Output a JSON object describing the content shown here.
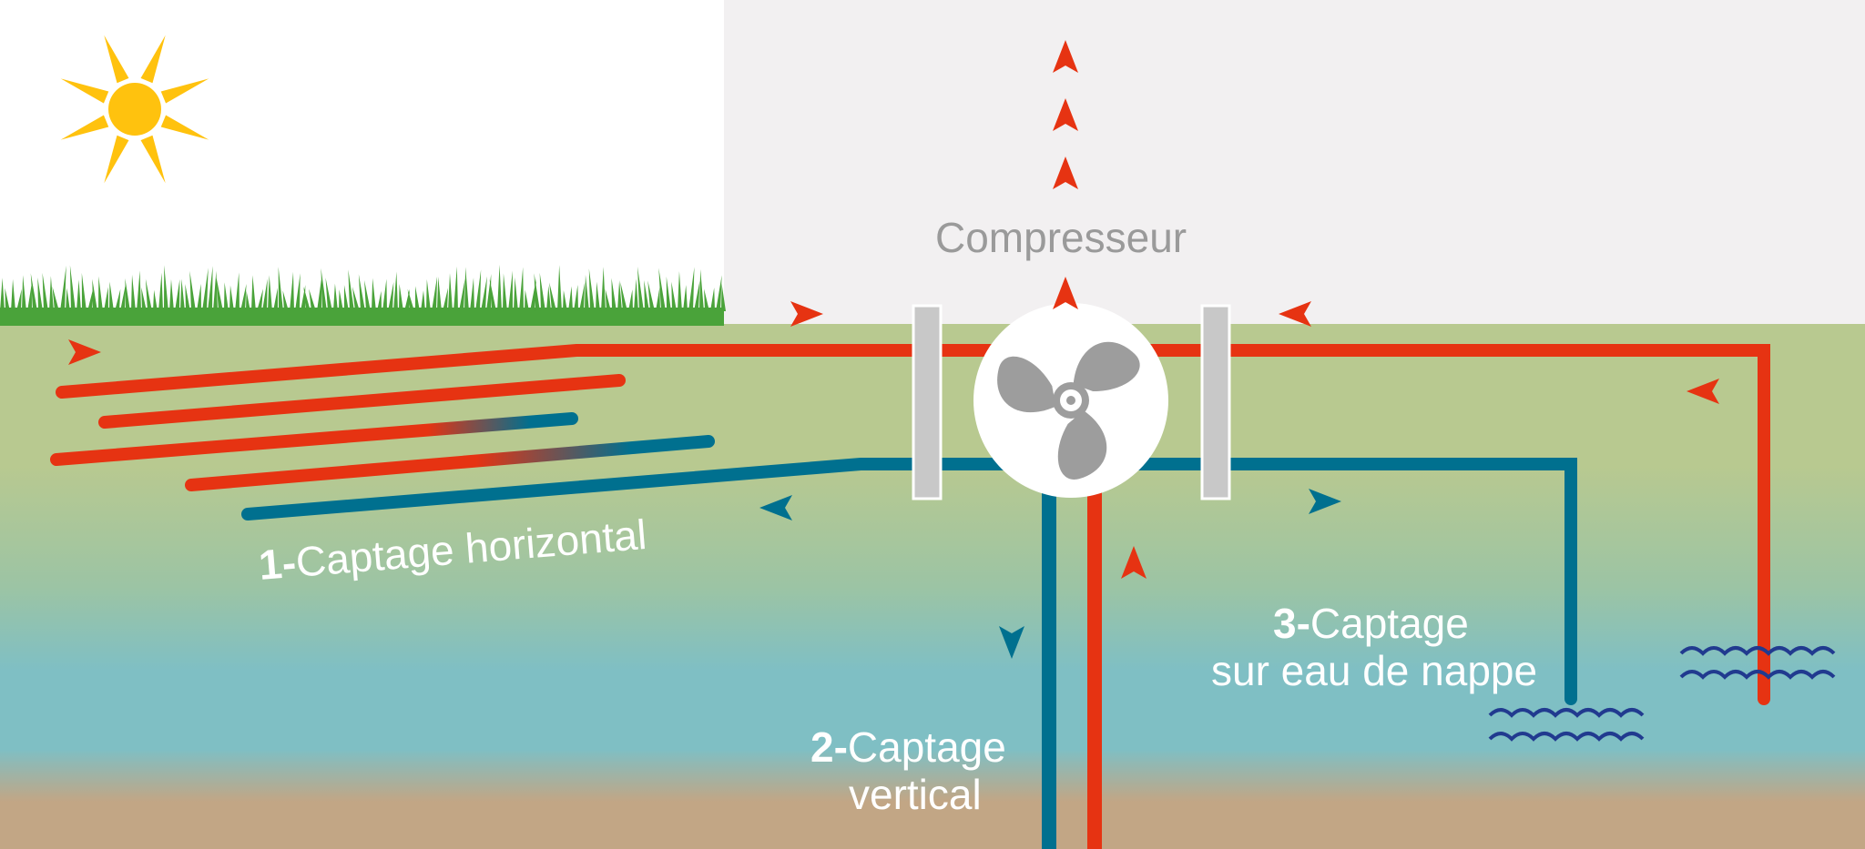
{
  "labels": {
    "compresseur": "Compresseur",
    "horizontal": {
      "num": "1-",
      "text": "Captage horizontal"
    },
    "vertical": {
      "num": "2-",
      "line1": "Captage",
      "line2": "vertical"
    },
    "nappe": {
      "num": "3-",
      "line1": "Captage",
      "line2": "sur eau de nappe"
    }
  },
  "colors": {
    "hot_pipe": "#e63312",
    "cold_pipe": "#00708f",
    "ground_top": "#b8c990",
    "groundwater": "#7fbfc4",
    "deep_soil": "#c2a685",
    "grass": "#4aa33a",
    "sun": "#ffc20e",
    "wall": "#f2f0f1",
    "water_waves": "#213a8f",
    "label_text": "#ffffff",
    "compressor_label": "#9a9a9a"
  },
  "icons": [
    "sun-icon",
    "grass-icon",
    "fan-icon",
    "water-waves-icon",
    "flow-arrow-icon"
  ]
}
